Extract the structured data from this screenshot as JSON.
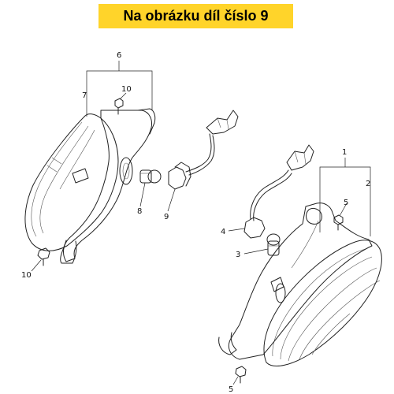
{
  "banner": {
    "text": "Na obrázku díl číslo 9",
    "background": "#ffd42a"
  },
  "callouts": {
    "c1": "1",
    "c2": "2",
    "c3": "3",
    "c4": "4",
    "c5_top": "5",
    "c5_bottom": "5",
    "c6": "6",
    "c7": "7",
    "c8": "8",
    "c9": "9",
    "c10_top": "10",
    "c10_bottom": "10"
  }
}
